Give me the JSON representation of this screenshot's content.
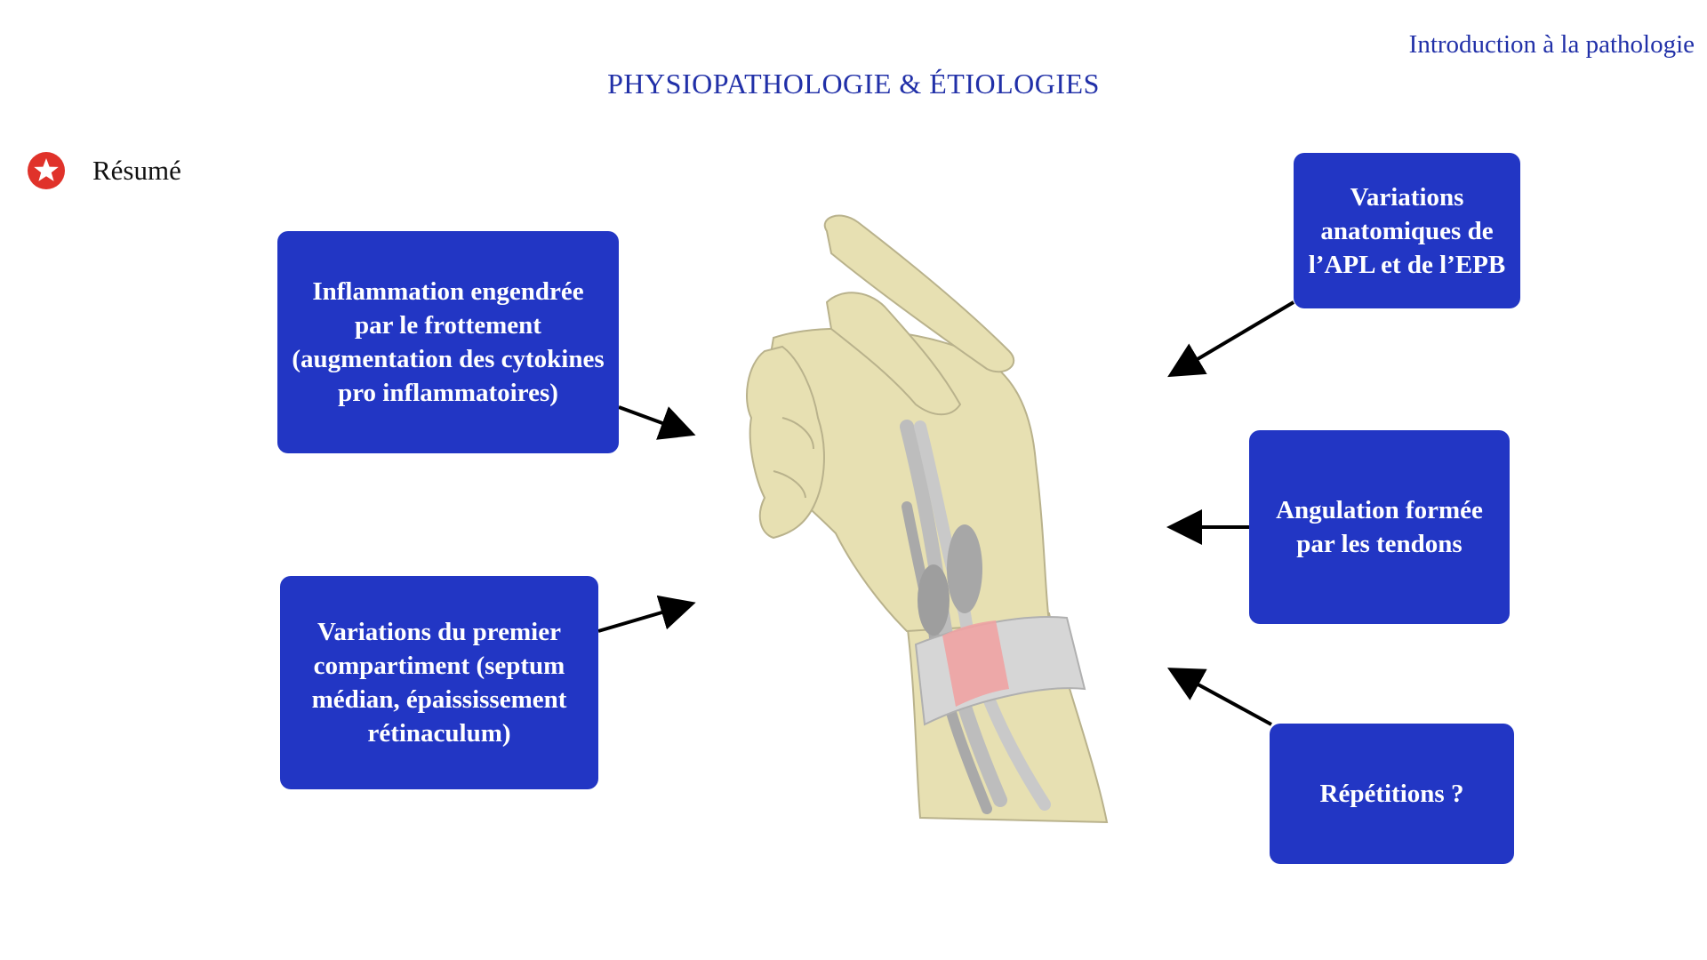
{
  "header": {
    "section": "Introduction à la pathologie",
    "title": "PHYSIOPATHOLOGIE & ÉTIOLOGIES"
  },
  "summary": {
    "icon": "star-icon",
    "label": "Résumé",
    "icon_color": "#e0322a"
  },
  "boxes": {
    "inflammation": "Inflammation  engendrée par le frottement (augmentation des cytokines pro inflammatoires)",
    "compartment": "Variations du premier compartiment (septum médian, épaississement rétinaculum)",
    "anatomical": "Variations anatomiques de l’APL et de l’EPB",
    "angulation": "Angulation formée par les tendons",
    "repetition": "Répétitions ?"
  },
  "colors": {
    "accent": "#2130a8",
    "box": "#2236c4",
    "skin": "#e7e0b2",
    "tendon": "#bdbdbd",
    "retinaculum": "#f0a3a3"
  }
}
